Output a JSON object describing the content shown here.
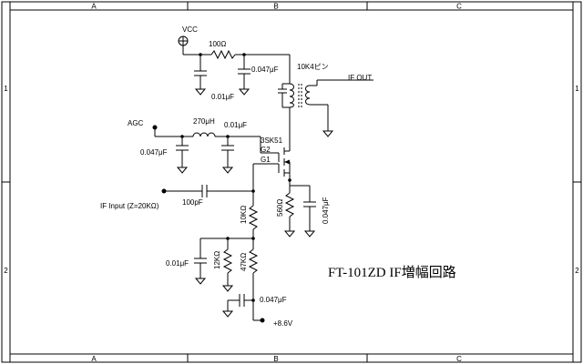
{
  "frame": {
    "columns": [
      "A",
      "B",
      "C"
    ],
    "rows": [
      "1",
      "2"
    ]
  },
  "title": "FT-101ZD IF増幅回路",
  "labels": {
    "vcc": "VCC",
    "r_100": "100Ω",
    "c_0047_top": "0.047μF",
    "c_001_top": "0.01μF",
    "coil": "10K4ピン",
    "if_out": "IF OUT",
    "agc": "AGC",
    "l_270": "270μH",
    "c_001_agc": "0.01μF",
    "c_0047_agc": "0.047μF",
    "fet": "3SK51",
    "g2": "G2",
    "g1": "G1",
    "if_input": "IF Input (Z=20KΩ)",
    "c_100p": "100pF",
    "r_10k": "10KΩ",
    "r_560": "560Ω",
    "c_0047_src": "0.047μF",
    "c_001_bias": "0.01μF",
    "r_12k": "12KΩ",
    "r_47k": "47KΩ",
    "c_0047_bot": "0.047μF",
    "supply": "+8.6V"
  }
}
